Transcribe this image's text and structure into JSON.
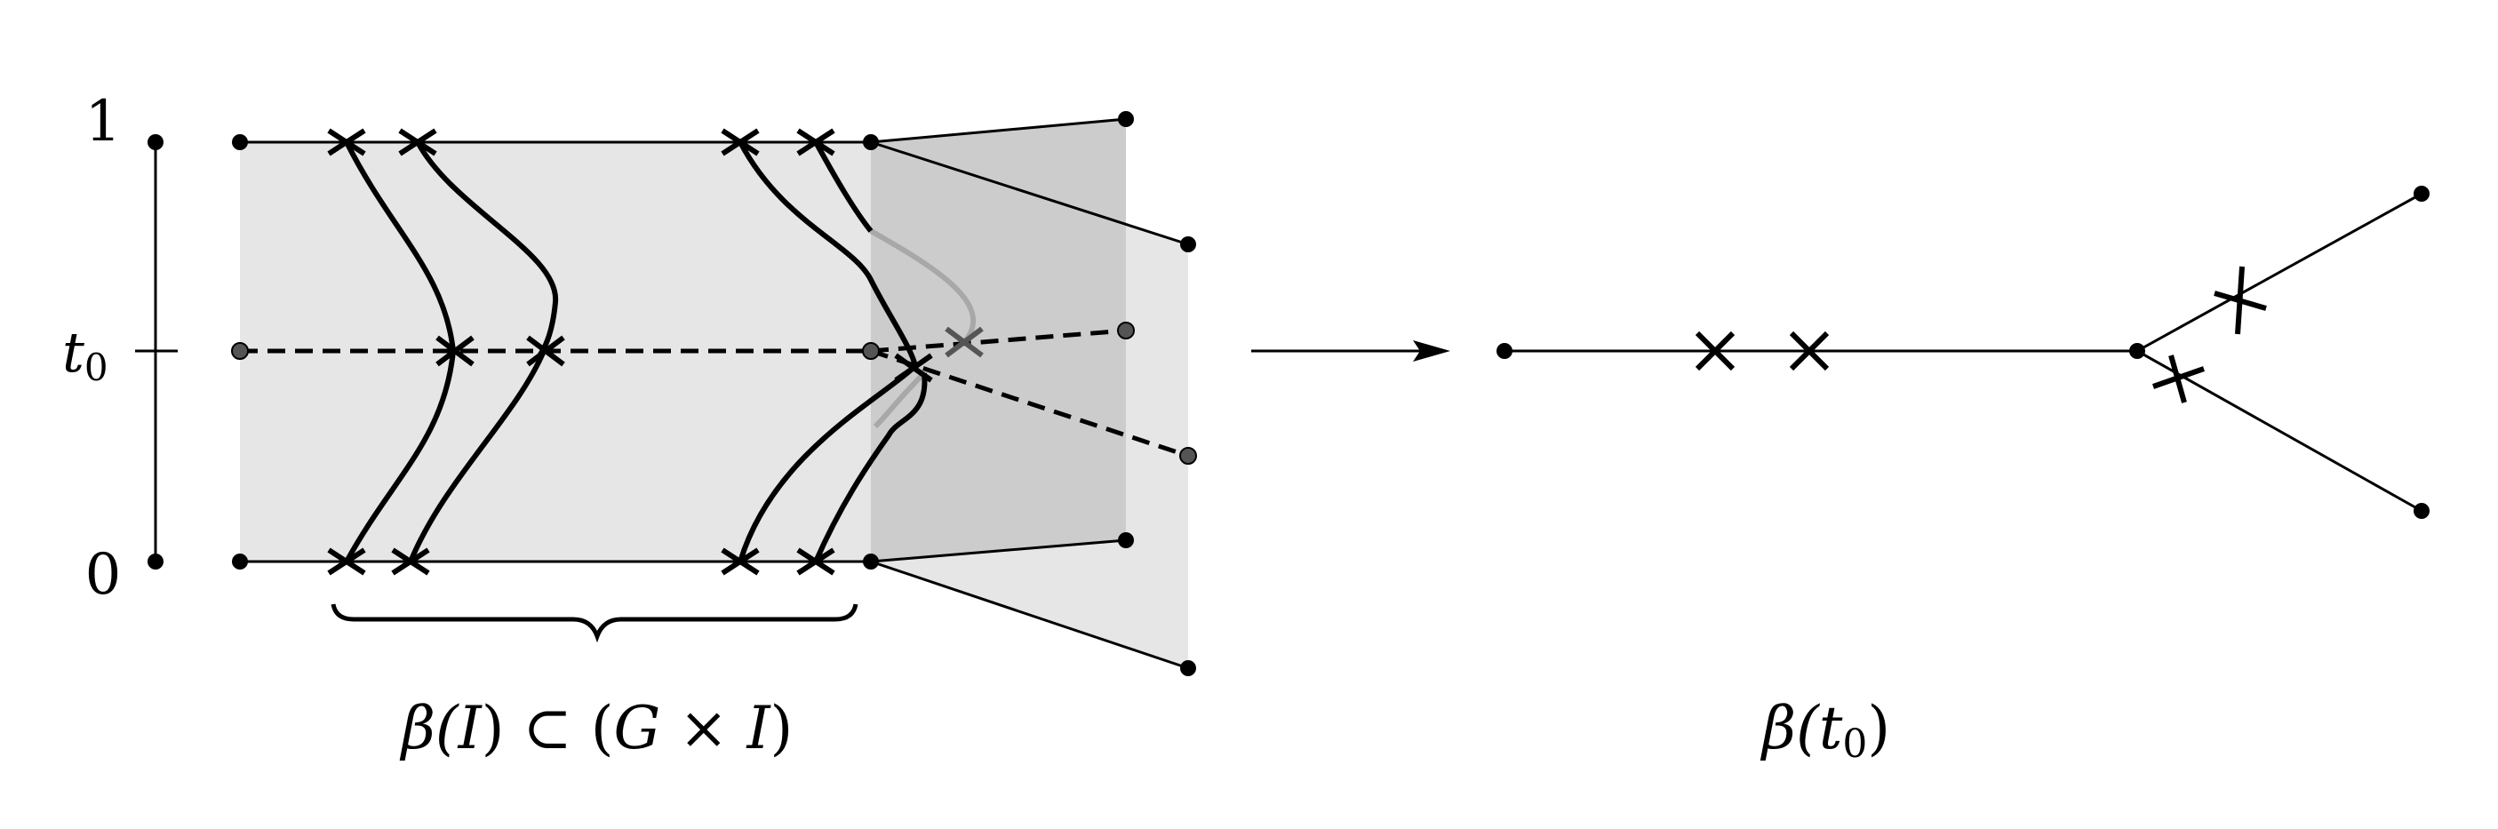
{
  "axis": {
    "top_tick": "1",
    "bottom_tick": "0",
    "mid_tick": "t",
    "mid_tick_sub": "0"
  },
  "left_caption": {
    "beta": "β(",
    "I1": "I",
    "mid": ") ⊂ (",
    "G": "G",
    "times": " × ",
    "I2": "I",
    "close": ")"
  },
  "right_caption": {
    "beta": "β(",
    "t": "t",
    "sub": "0",
    "close": ")"
  },
  "colors": {
    "ink": "#000000",
    "light_sheet": "#e6e6e6",
    "dark_sheet": "#cccccc",
    "hidden_strand": "#a8a8a8",
    "grey_node": "#555555"
  }
}
